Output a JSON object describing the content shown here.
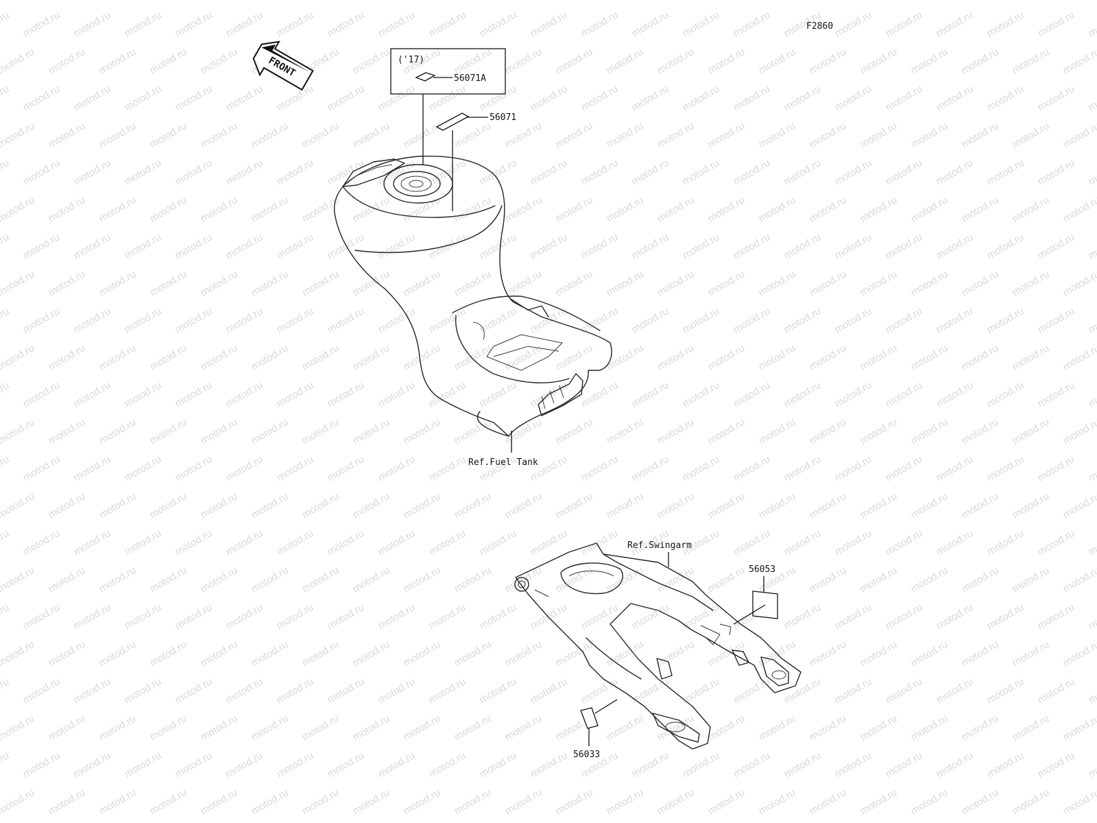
{
  "diagram": {
    "figure_code": "F2860",
    "watermark": "motod.ru",
    "front_arrow_label": "FRONT",
    "year_box_label": "('17)",
    "callouts": [
      {
        "id": "56071A",
        "text": "56071A"
      },
      {
        "id": "56071",
        "text": "56071"
      },
      {
        "id": "56053",
        "text": "56053"
      },
      {
        "id": "56033",
        "text": "56033"
      }
    ],
    "references": {
      "fuel_tank": "Ref.Fuel Tank",
      "swingarm": "Ref.Swingarm"
    }
  }
}
